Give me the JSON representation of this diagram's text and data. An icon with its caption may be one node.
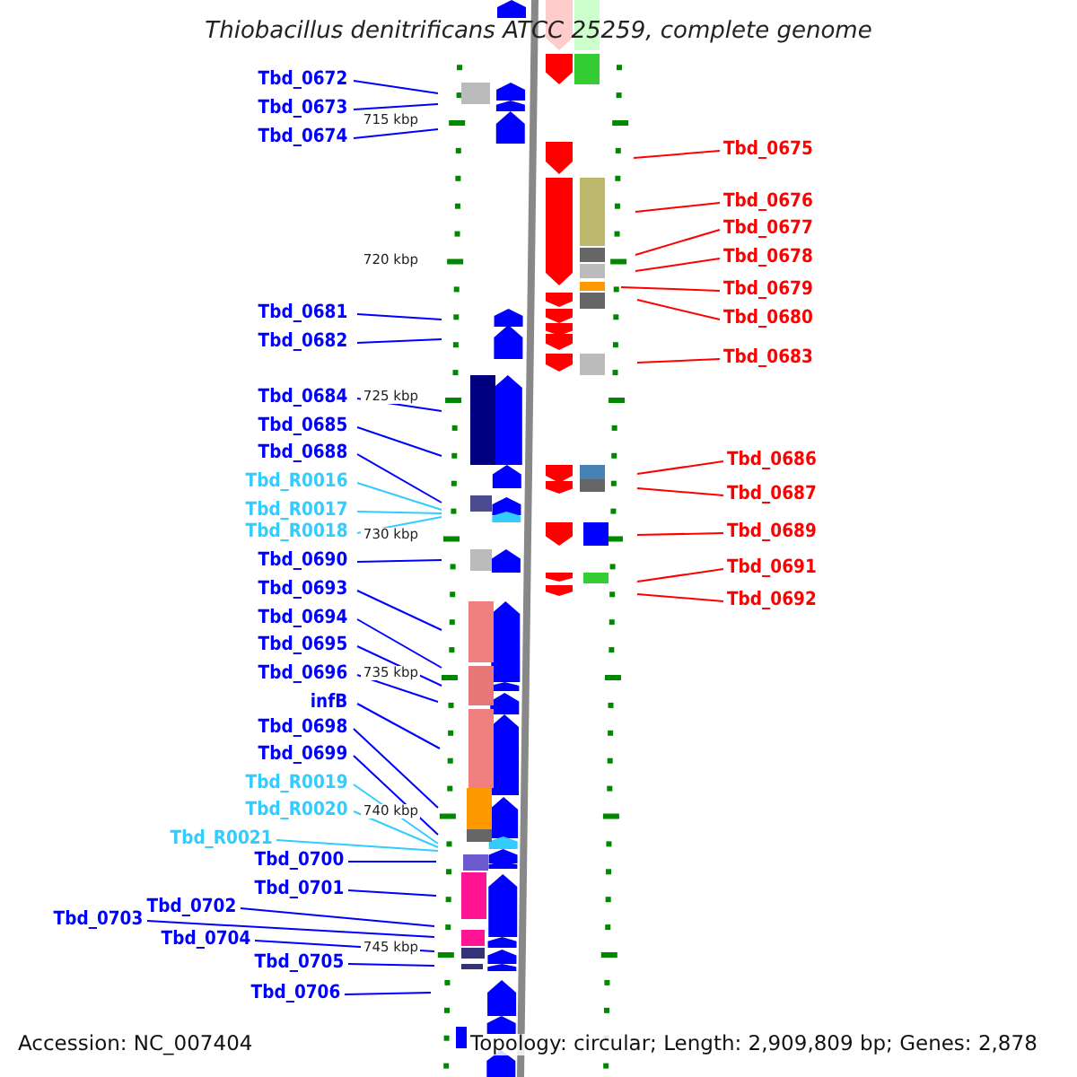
{
  "diagram": {
    "title": "Thiobacillus denitrificans ATCC 25259, complete genome",
    "nodes": [
      {
        "text": [
          "Tbd_0672"
        ]
      },
      {
        "text": [
          "Tbd_0673"
        ]
      },
      {
        "text": [
          "Tbd_0674"
        ]
      },
      {
        "text": [
          "Tbd_0681"
        ]
      },
      {
        "text": [
          "Tbd_0682"
        ]
      },
      {
        "text": [
          "Tbd_0684"
        ]
      },
      {
        "text": [
          "Tbd_0685"
        ]
      },
      {
        "text": [
          "Tbd_0688"
        ]
      },
      {
        "text": [
          "Tbd_R0016"
        ]
      },
      {
        "text": [
          "Tbd_R0017"
        ]
      },
      {
        "text": [
          "Tbd_R0018"
        ]
      },
      {
        "text": [
          "Tbd_0690"
        ]
      },
      {
        "text": [
          "Tbd_0693"
        ]
      },
      {
        "text": [
          "Tbd_0694"
        ]
      },
      {
        "text": [
          "Tbd_0695"
        ]
      },
      {
        "text": [
          "Tbd_0696"
        ]
      },
      {
        "text": [
          "infB"
        ]
      },
      {
        "text": [
          "Tbd_0698"
        ]
      },
      {
        "text": [
          "Tbd_0699"
        ]
      },
      {
        "text": [
          "Tbd_R0019"
        ]
      },
      {
        "text": [
          "Tbd_R0020"
        ]
      },
      {
        "text": [
          "Tbd_R0021"
        ]
      },
      {
        "text": [
          "Tbd_0700"
        ]
      },
      {
        "text": [
          "Tbd_0701"
        ]
      },
      {
        "text": [
          "Tbd_0702"
        ]
      },
      {
        "text": [
          "Tbd_0703"
        ]
      },
      {
        "text": [
          "Tbd_0704"
        ]
      },
      {
        "text": [
          "Tbd_0705"
        ]
      },
      {
        "text": [
          "Tbd_0706"
        ]
      },
      {
        "text": [
          "Tbd_0675"
        ]
      },
      {
        "text": [
          "Tbd_0676"
        ]
      },
      {
        "text": [
          "Tbd_0677"
        ]
      },
      {
        "text": [
          "Tbd_0678"
        ]
      },
      {
        "text": [
          "Tbd_0679"
        ]
      },
      {
        "text": [
          "Tbd_0680"
        ]
      },
      {
        "text": [
          "Tbd_0683"
        ]
      },
      {
        "text": [
          "Tbd_0686"
        ]
      },
      {
        "text": [
          "Tbd_0687"
        ]
      },
      {
        "text": [
          "Tbd_0689"
        ]
      },
      {
        "text": [
          "Tbd_0691"
        ]
      },
      {
        "text": [
          "Tbd_0692"
        ]
      }
    ],
    "edges": [
      {
        "from": 0,
        "to": null,
        "arrow": "none"
      },
      {
        "from": 1,
        "to": null,
        "arrow": "none"
      },
      {
        "from": 2,
        "to": null,
        "arrow": "none"
      },
      {
        "from": 3,
        "to": null,
        "arrow": "none"
      },
      {
        "from": 4,
        "to": null,
        "arrow": "none"
      },
      {
        "from": 5,
        "to": null,
        "arrow": "none"
      },
      {
        "from": 6,
        "to": null,
        "arrow": "none"
      },
      {
        "from": 7,
        "to": null,
        "arrow": "none"
      },
      {
        "from": 8,
        "to": null,
        "arrow": "none",
        "color": "#33ccff"
      },
      {
        "from": 9,
        "to": null,
        "arrow": "none",
        "color": "#33ccff"
      },
      {
        "from": 10,
        "to": null,
        "arrow": "none",
        "color": "#33ccff"
      },
      {
        "from": 11,
        "to": null,
        "arrow": "none"
      },
      {
        "from": 12,
        "to": null,
        "arrow": "none"
      },
      {
        "from": 13,
        "to": null,
        "arrow": "none"
      },
      {
        "from": 14,
        "to": null,
        "arrow": "none"
      },
      {
        "from": 15,
        "to": null,
        "arrow": "none"
      },
      {
        "from": 16,
        "to": null,
        "arrow": "none"
      },
      {
        "from": 17,
        "to": null,
        "arrow": "none"
      },
      {
        "from": 18,
        "to": null,
        "arrow": "none"
      },
      {
        "from": 19,
        "to": null,
        "arrow": "none",
        "color": "#33ccff"
      },
      {
        "from": 20,
        "to": null,
        "arrow": "none",
        "color": "#33ccff"
      },
      {
        "from": 21,
        "to": null,
        "arrow": "none",
        "color": "#33ccff"
      },
      {
        "from": 22,
        "to": null,
        "arrow": "none"
      },
      {
        "from": 23,
        "to": null,
        "arrow": "none"
      },
      {
        "from": 24,
        "to": null,
        "arrow": "none"
      },
      {
        "from": 25,
        "to": null,
        "arrow": "none"
      },
      {
        "from": 26,
        "to": null,
        "arrow": "none"
      },
      {
        "from": 27,
        "to": null,
        "arrow": "none"
      },
      {
        "from": 28,
        "to": null,
        "arrow": "none"
      },
      {
        "from": 29,
        "to": null,
        "arrow": "none",
        "color": "#ff0000"
      },
      {
        "from": 30,
        "to": null,
        "arrow": "none",
        "color": "#ff0000"
      },
      {
        "from": 31,
        "to": null,
        "arrow": "none",
        "color": "#ff0000"
      },
      {
        "from": 32,
        "to": null,
        "arrow": "none",
        "color": "#ff0000"
      },
      {
        "from": 33,
        "to": null,
        "arrow": "none",
        "color": "#ff0000"
      },
      {
        "from": 34,
        "to": null,
        "arrow": "none",
        "color": "#ff0000"
      },
      {
        "from": 35,
        "to": null,
        "arrow": "none",
        "color": "#ff0000"
      },
      {
        "from": 36,
        "to": null,
        "arrow": "none",
        "color": "#ff0000"
      },
      {
        "from": 37,
        "to": null,
        "arrow": "none",
        "color": "#ff0000"
      },
      {
        "from": 38,
        "to": null,
        "arrow": "none",
        "color": "#ff0000"
      },
      {
        "from": 39,
        "to": null,
        "arrow": "none",
        "color": "#ff0000"
      },
      {
        "from": 40,
        "to": null,
        "arrow": "none",
        "color": "#ff0000"
      }
    ],
    "labels": [
      "715 kbp",
      "720 kbp",
      "725 kbp",
      "730 kbp",
      "735 kbp",
      "740 kbp",
      "745 kbp",
      "Accession: NC_007404",
      "Topology: circular; Length: 2,909,809 bp; Genes: 2,878"
    ]
  }
}
